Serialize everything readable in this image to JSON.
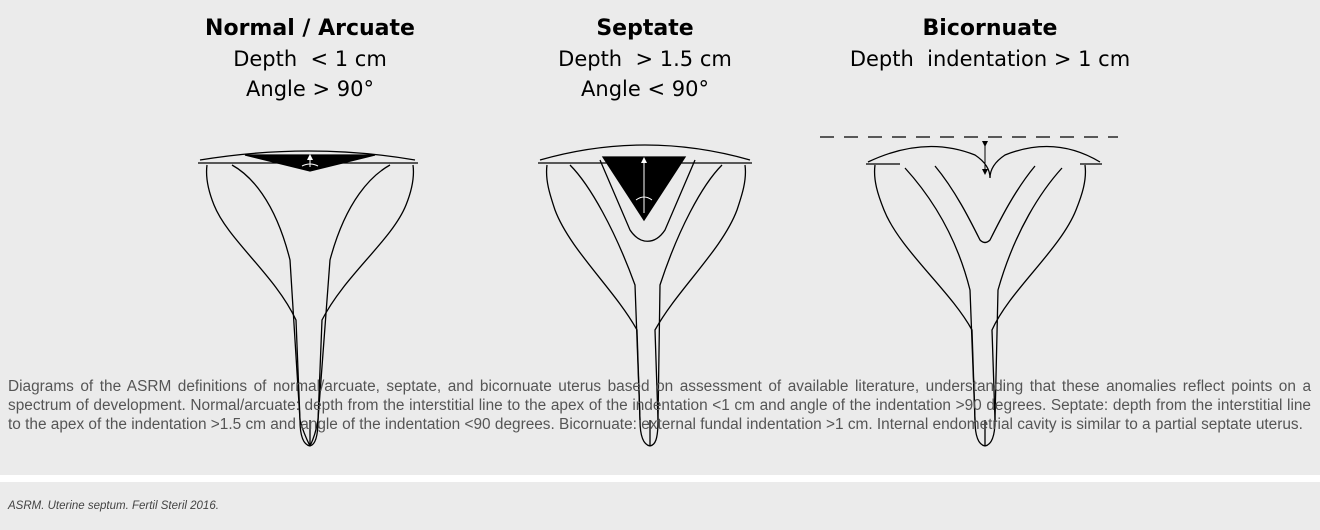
{
  "figure": {
    "panels": [
      {
        "title": "Normal / Arcuate",
        "lines": [
          "Depth  < 1 cm",
          "Angle > 90°"
        ]
      },
      {
        "title": "Septate",
        "lines": [
          "Depth  > 1.5 cm",
          "Angle < 90°"
        ]
      },
      {
        "title": "Bicornuate",
        "lines": [
          "Depth  indentation > 1 cm"
        ]
      }
    ],
    "caption": "Diagrams of the ASRM definitions of normal/arcuate, septate, and bicornuate uterus based on assessment of available literature, understanding that these anomalies reflect points on a spectrum of development. Normal/arcuate: depth from the interstitial line to the apex of the indentation <1 cm and angle of the indentation >90 degrees. Septate: depth from the interstitial line to the apex of the indentation >1.5 cm and angle of the indentation <90 degrees. Bicornuate: external fundal indentation >1 cm. Internal endometrial cavity is similar to a partial septate uterus.",
    "source": "ASRM. Uterine septum. Fertil Steril 2016."
  }
}
